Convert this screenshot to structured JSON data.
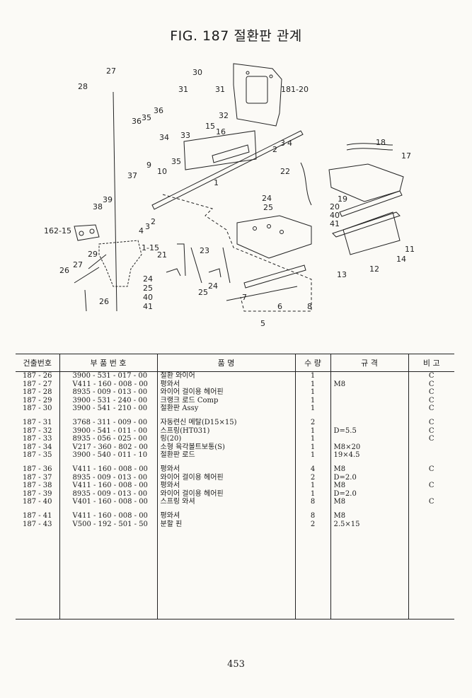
{
  "page": {
    "title": "FIG. 187 절환판 관계",
    "page_number": "453"
  },
  "diagram": {
    "callouts": [
      "27",
      "28",
      "30",
      "31",
      "31",
      "32",
      "181-20",
      "36",
      "35",
      "36",
      "33",
      "15",
      "16",
      "34",
      "35",
      "37",
      "9",
      "10",
      "1",
      "2",
      "3",
      "4",
      "18",
      "17",
      "22",
      "24",
      "25",
      "19",
      "20",
      "40",
      "41",
      "39",
      "38",
      "162-15",
      "1-15",
      "29",
      "27",
      "26",
      "26",
      "21",
      "23",
      "24",
      "25",
      "40",
      "41",
      "24",
      "25",
      "2",
      "3",
      "4",
      "7",
      "6",
      "8",
      "5",
      "13",
      "12",
      "14",
      "11"
    ]
  },
  "table": {
    "headers": {
      "no": "건출번호",
      "part_no": "부 품 번 호",
      "name": "품 명",
      "qty": "수 량",
      "spec": "규 격",
      "remark": "비 고"
    },
    "rows": [
      {
        "no": "187 - 26",
        "part": "3900 - 531 - 017 - 00",
        "name": "절환 와이어",
        "qty": "1",
        "spec": "",
        "remark": "C"
      },
      {
        "no": "187 - 27",
        "part": "V411 - 160 - 008 - 00",
        "name": "평와서",
        "qty": "1",
        "spec": "M8",
        "remark": "C"
      },
      {
        "no": "187 - 28",
        "part": "8935 - 009 - 013 - 00",
        "name": "와이어 걸이용 헤어핀",
        "qty": "1",
        "spec": "",
        "remark": "C"
      },
      {
        "no": "187 - 29",
        "part": "3900 - 531 - 240 - 00",
        "name": "크랭크 로드 Comp",
        "qty": "1",
        "spec": "",
        "remark": "C"
      },
      {
        "no": "187 - 30",
        "part": "3900 - 541 - 210 - 00",
        "name": "절환판 Assy",
        "qty": "1",
        "spec": "",
        "remark": "C"
      },
      {
        "gap": true
      },
      {
        "no": "187 - 31",
        "part": "3768 - 311 - 009 - 00",
        "name": "자동련신 메탈(D15×15)",
        "qty": "2",
        "spec": "",
        "remark": "C"
      },
      {
        "no": "187 - 32",
        "part": "3900 - 541 - 011 - 00",
        "name": "스프링(HT031)",
        "qty": "1",
        "spec": "D=5.5",
        "remark": "C"
      },
      {
        "no": "187 - 33",
        "part": "8935 - 056 - 025 - 00",
        "name": "링(20)",
        "qty": "1",
        "spec": "",
        "remark": "C"
      },
      {
        "no": "187 - 34",
        "part": "V217 - 360 - 802 - 00",
        "name": "소형 육각볼트보통(S)",
        "qty": "1",
        "spec": "M8×20",
        "remark": ""
      },
      {
        "no": "187 - 35",
        "part": "3900 - 540 - 011 - 10",
        "name": "절환판 로드",
        "qty": "1",
        "spec": "19×4.5",
        "remark": ""
      },
      {
        "gap": true
      },
      {
        "no": "187 - 36",
        "part": "V411 - 160 - 008 - 00",
        "name": "평와서",
        "qty": "4",
        "spec": "M8",
        "remark": "C"
      },
      {
        "no": "187 - 37",
        "part": "8935 - 009 - 013 - 00",
        "name": "와이어 걸이용 헤어핀",
        "qty": "2",
        "spec": "D=2.0",
        "remark": ""
      },
      {
        "no": "187 - 38",
        "part": "V411 - 160 - 008 - 00",
        "name": "평와서",
        "qty": "1",
        "spec": "M8",
        "remark": "C"
      },
      {
        "no": "187 - 39",
        "part": "8935 - 009 - 013 - 00",
        "name": "와이어 걸이용 헤어핀",
        "qty": "1",
        "spec": "D=2.0",
        "remark": ""
      },
      {
        "no": "187 - 40",
        "part": "V401 - 160 - 008 - 00",
        "name": "스프링 와셔",
        "qty": "8",
        "spec": "M8",
        "remark": "C"
      },
      {
        "gap": true
      },
      {
        "no": "187 - 41",
        "part": "V411 - 160 - 008 - 00",
        "name": "평와셔",
        "qty": "8",
        "spec": "M8",
        "remark": ""
      },
      {
        "no": "187 - 43",
        "part": "V500 - 192 - 501 - 50",
        "name": "분할 핀",
        "qty": "2",
        "spec": "2.5×15",
        "remark": ""
      }
    ]
  }
}
